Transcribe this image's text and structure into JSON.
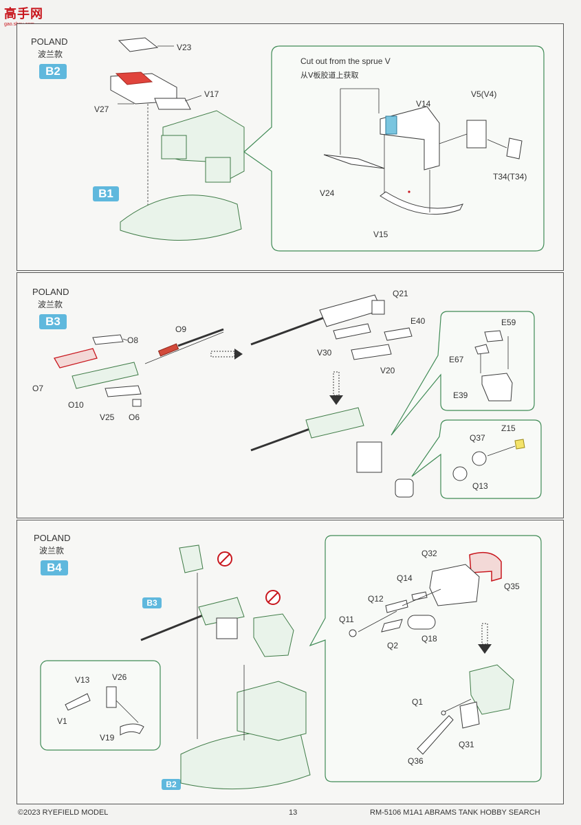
{
  "watermark": {
    "logo": "高手网",
    "url": "gao.shou.com"
  },
  "panels": [
    {
      "region": "POLAND",
      "region_cn": "波兰款",
      "step": "B2",
      "sub_step": "B1",
      "callout_title": "Cut out from the sprue V",
      "callout_title_cn": "从V板胶道上获取",
      "labels": [
        "V23",
        "V17",
        "V27",
        "V14",
        "V5(V4)",
        "V24",
        "T34(T34)",
        "V15"
      ]
    },
    {
      "region": "POLAND",
      "region_cn": "波兰款",
      "step": "B3",
      "labels": [
        "O8",
        "O9",
        "O7",
        "O10",
        "V25",
        "O6",
        "Q21",
        "E40",
        "V30",
        "V20",
        "E59",
        "E67",
        "E39",
        "Q37",
        "Z15",
        "Q13"
      ]
    },
    {
      "region": "POLAND",
      "region_cn": "波兰款",
      "step": "B4",
      "ref_top": "B3",
      "ref_bottom": "B2",
      "labels": [
        "V13",
        "V26",
        "V1",
        "V19",
        "Q32",
        "Q14",
        "Q35",
        "Q12",
        "Q11",
        "Q2",
        "Q18",
        "Q1",
        "Q31",
        "Q36"
      ]
    }
  ],
  "footer": {
    "copyright": "©2023 RYEFIELD MODEL",
    "page_number": "13",
    "product": "RM-5106 M1A1 ABRAMS TANK HOBBY SEARCH"
  }
}
